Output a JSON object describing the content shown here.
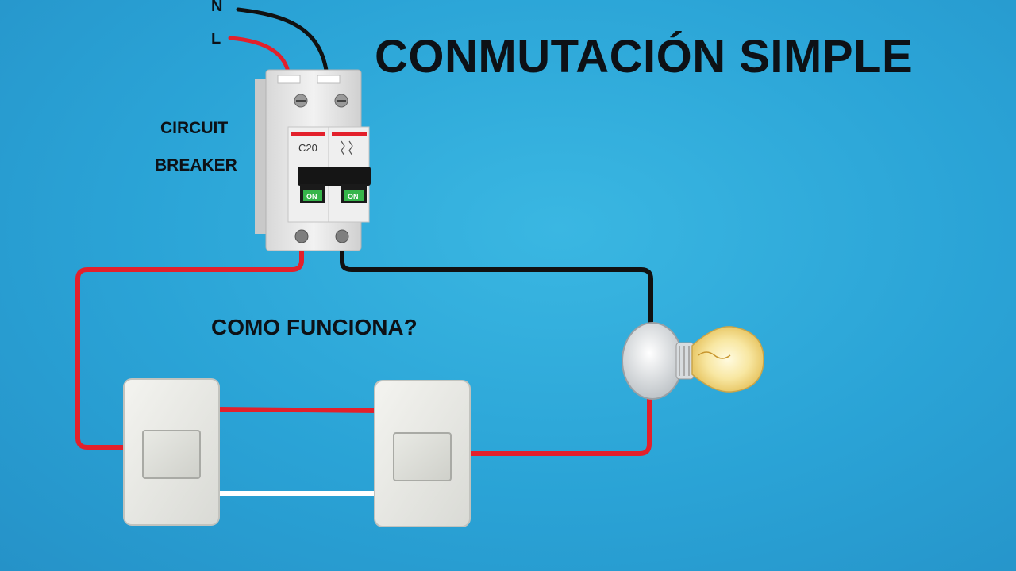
{
  "title": "CONMUTACIÓN SIMPLE",
  "labels": {
    "neutral": "N",
    "line": "L",
    "breaker_line1": "CIRCUIT",
    "breaker_line2": "BREAKER",
    "question": "COMO FUNCIONA?"
  },
  "breaker": {
    "rating": "C20",
    "left_toggle": "ON",
    "right_toggle": "ON"
  },
  "colors": {
    "background": "#2aa3d6",
    "line_wire": "#e3202b",
    "neutral_wire": "#111111",
    "traveler_wire_top": "#e3202b",
    "traveler_wire_bottom": "#ffffff",
    "toggle_on": "#35b54a"
  },
  "icons": {
    "breaker": "circuit-breaker-icon",
    "switch": "wall-switch-icon",
    "lamp": "light-bulb-icon"
  }
}
